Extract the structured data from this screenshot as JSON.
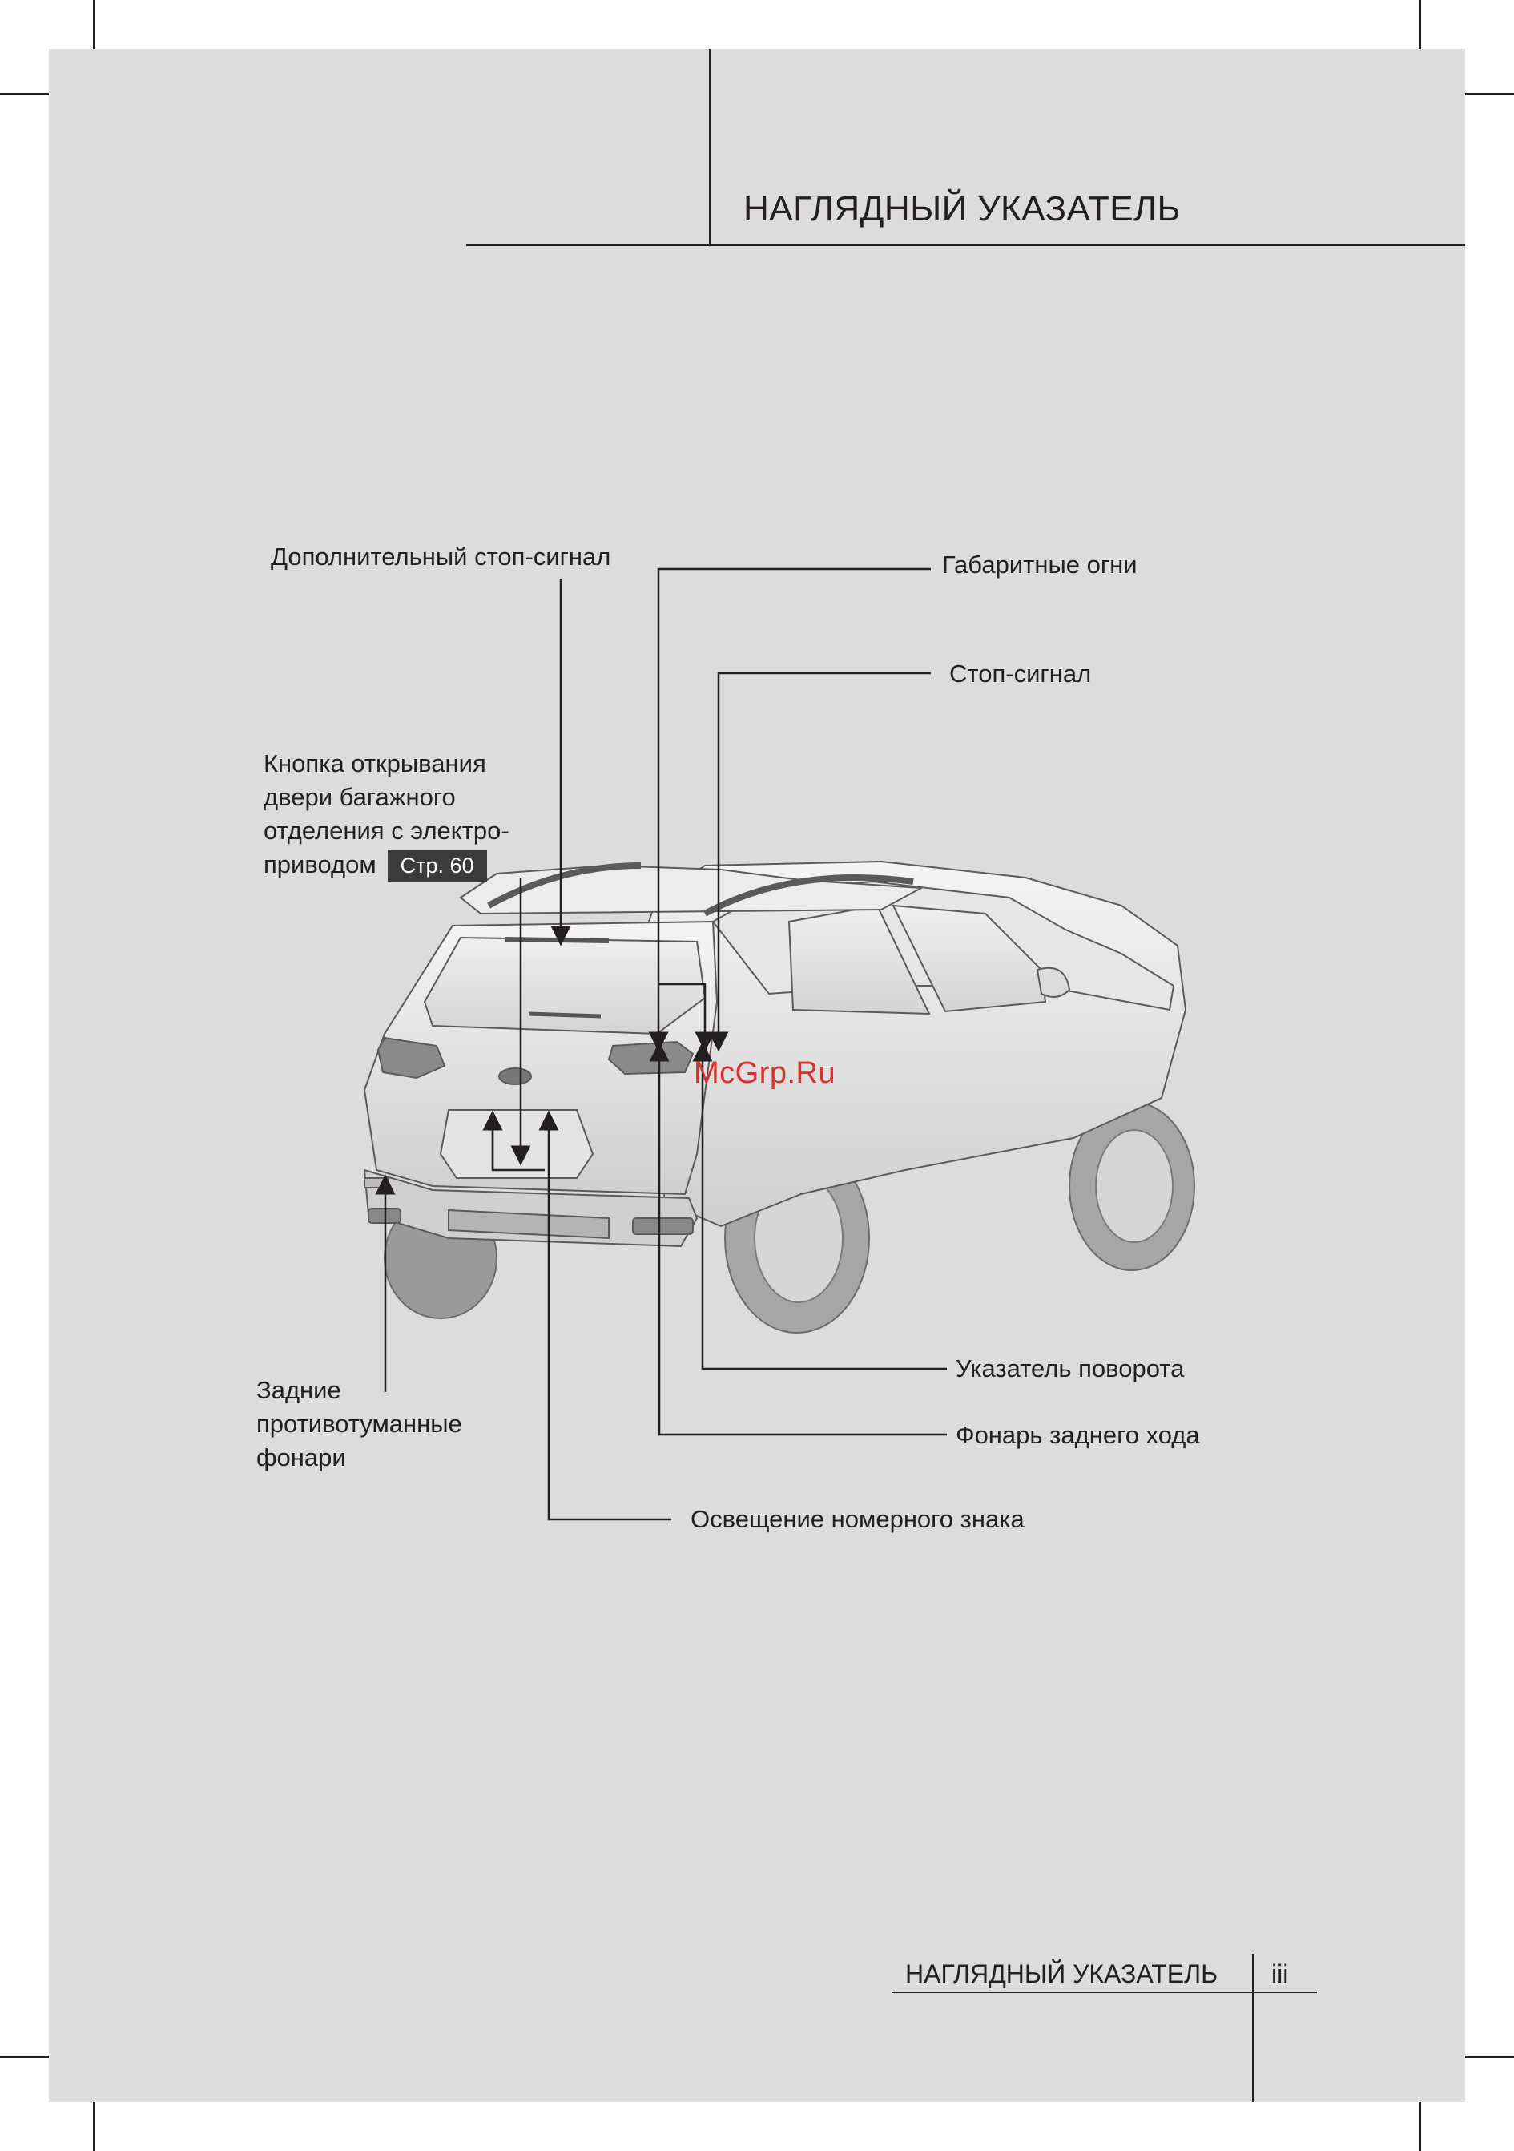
{
  "header": {
    "title": "НАГЛЯДНЫЙ УКАЗАТЕЛЬ"
  },
  "callouts": {
    "high_mount_brake": "Дополнительный стоп-сигнал",
    "side_marker": "Габаритные огни",
    "brake_light": "Стоп-сигнал",
    "tailgate_button_line1": "Кнопка открывания",
    "tailgate_button_line2": "двери багажного",
    "tailgate_button_line3": "отделения с электро-",
    "tailgate_button_line4": "приводом",
    "tailgate_button_ref": "Стр. 60",
    "turn_signal": "Указатель поворота",
    "reverse_light": "Фонарь заднего хода",
    "rear_fog_line1": "Задние",
    "rear_fog_line2": "противотуманные",
    "rear_fog_line3": "фонари",
    "plate_light": "Освещение номерного знака"
  },
  "watermark": "McGrp.Ru",
  "footer": {
    "title": "НАГЛЯДНЫЙ УКАЗАТЕЛЬ",
    "page": "iii"
  },
  "colors": {
    "page_bg": "#dcdcdd",
    "text": "#231f20",
    "badge_bg": "#3b3b3b",
    "watermark": "#d8302c"
  }
}
